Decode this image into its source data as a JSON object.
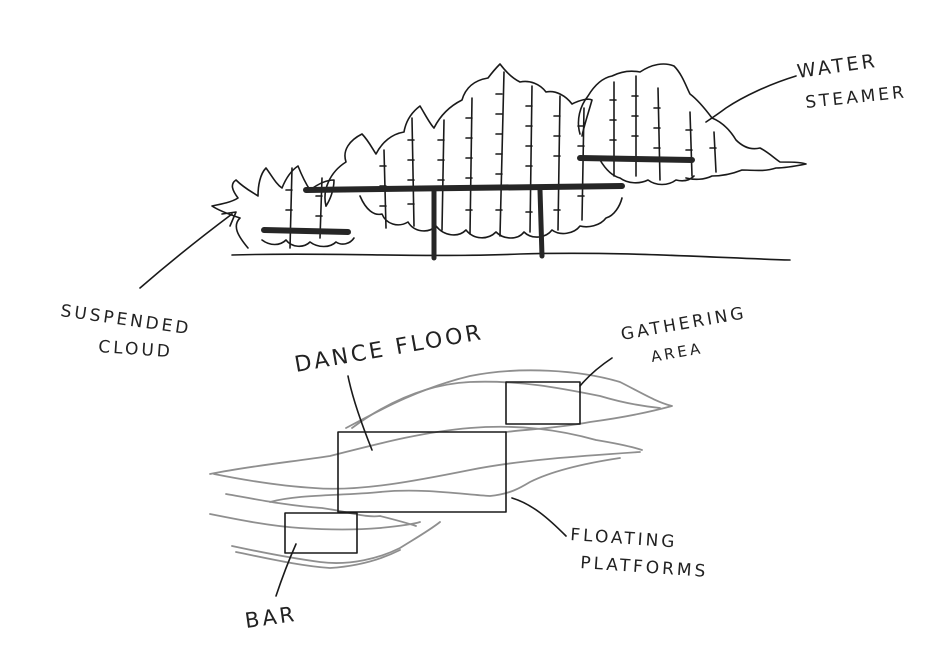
{
  "labels": {
    "water_steamer_line1": "WATER",
    "water_steamer_line2": "STEAMER",
    "suspended_cloud_line1": "SUSPENDED",
    "suspended_cloud_line2": "CLOUD",
    "dance_floor": "DANCE FLOOR",
    "gathering_area_line1": "GATHERING",
    "gathering_area_line2": "AREA",
    "floating_platforms_line1": "FLOATING",
    "floating_platforms_line2": "PLATFORMS",
    "bar": "BAR"
  },
  "colors": {
    "ink": "#1a1a1a",
    "pencil_grey": "#8f8f8f",
    "paper": "#ffffff"
  }
}
